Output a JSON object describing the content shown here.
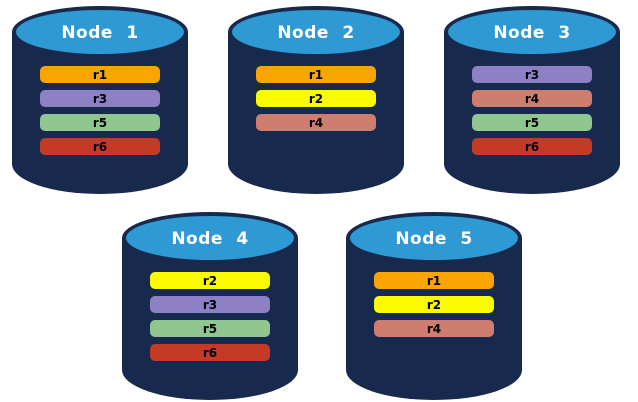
{
  "diagram": {
    "description": "database-nodes-replica-placement"
  },
  "colors": {
    "cylinder_body": "#172A4D",
    "cylinder_top": "#2F99D4",
    "title_text": "#ffffff",
    "replica_text": "#000000",
    "replica_colors": {
      "r1": "#F9A401",
      "r2": "#FBFB00",
      "r3": "#8E80C4",
      "r4": "#CE7D6E",
      "r5": "#90C78E",
      "r6": "#C43A26"
    }
  },
  "nodes": [
    {
      "label": "Node 1",
      "replicas": [
        "r1",
        "r3",
        "r5",
        "r6"
      ]
    },
    {
      "label": "Node 2",
      "replicas": [
        "r1",
        "r2",
        "r4"
      ]
    },
    {
      "label": "Node 3",
      "replicas": [
        "r3",
        "r4",
        "r5",
        "r6"
      ]
    },
    {
      "label": "Node 4",
      "replicas": [
        "r2",
        "r3",
        "r5",
        "r6"
      ]
    },
    {
      "label": "Node 5",
      "replicas": [
        "r1",
        "r2",
        "r4"
      ]
    }
  ]
}
